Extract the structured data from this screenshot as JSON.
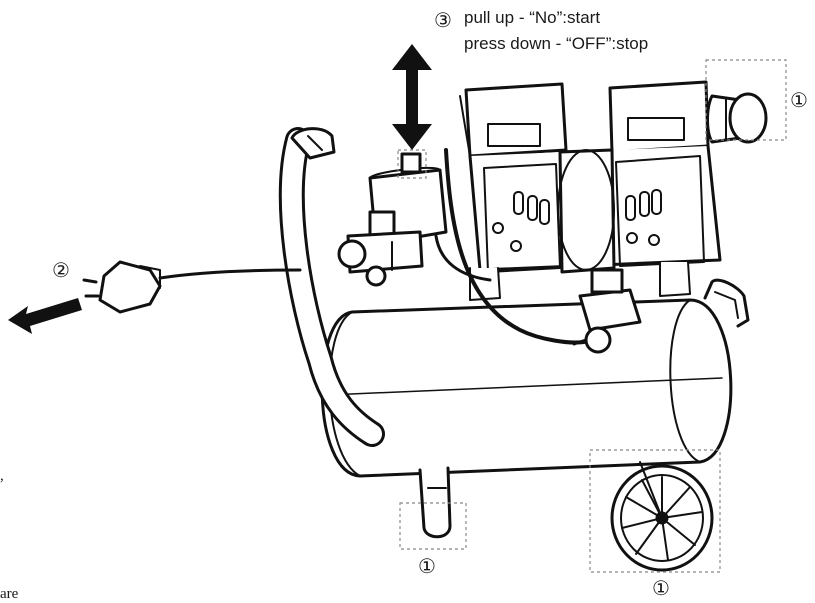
{
  "instructions": {
    "marker": "③",
    "line1": "pull up - “No”:start",
    "line2": "press down - “OFF”:stop"
  },
  "callouts": {
    "filter": "①",
    "plug": "②",
    "foot": "①",
    "wheel": "①"
  },
  "edge_fragments": {
    "comma": ",",
    "bottom": "are"
  }
}
